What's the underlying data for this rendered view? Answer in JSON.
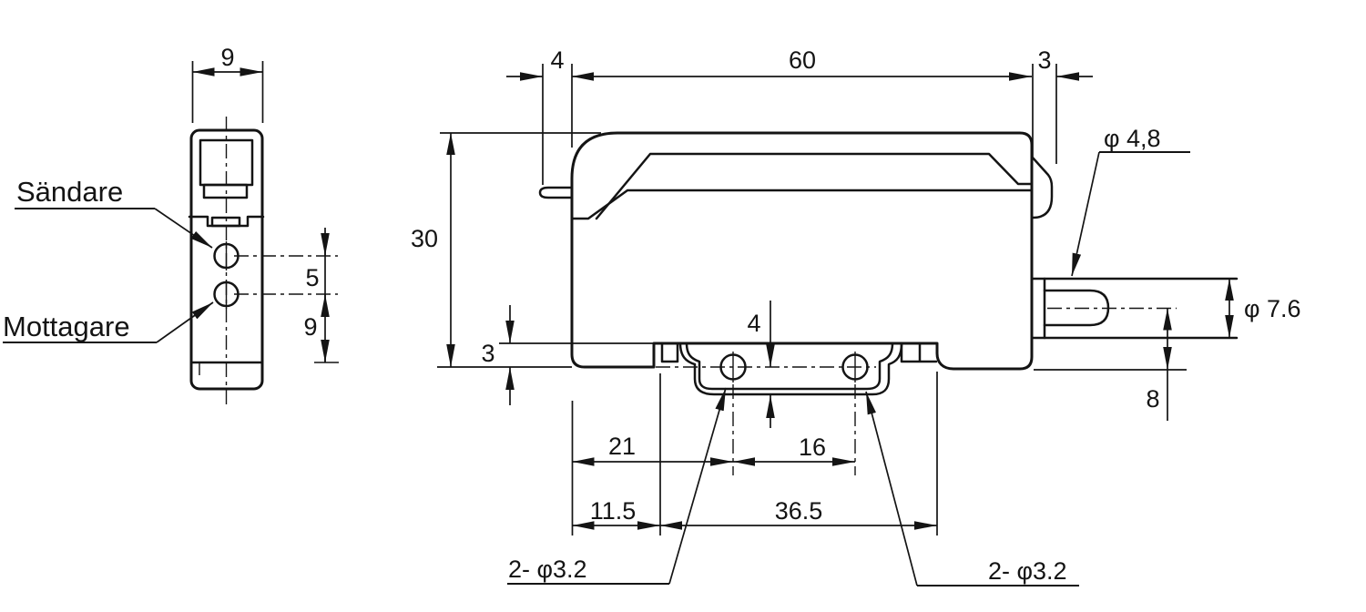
{
  "drawing": {
    "side_view": {
      "emitter_label": "Sändare",
      "receiver_label": "Mottagare",
      "dim_width": "9",
      "dim_lens_spacing": "5",
      "dim_lens_to_bottom": "9"
    },
    "front_view": {
      "dim_hook_offset": "4",
      "dim_body_length": "60",
      "dim_latch_width": "3",
      "dim_body_height": "30",
      "dim_foot_height": "3",
      "dim_hole_to_bottom": "4",
      "dim_left_to_hole": "21",
      "dim_hole_pitch": "16",
      "dim_left_to_bracket": "11.5",
      "dim_bracket_length": "36.5",
      "note_mounting_holes_left": "2- φ3.2",
      "note_mounting_holes_right": "2- φ3.2"
    },
    "cable": {
      "dim_cable_dia": "φ 4,8",
      "dim_sheath_dia": "φ 7.6",
      "dim_center_height": "8"
    }
  }
}
